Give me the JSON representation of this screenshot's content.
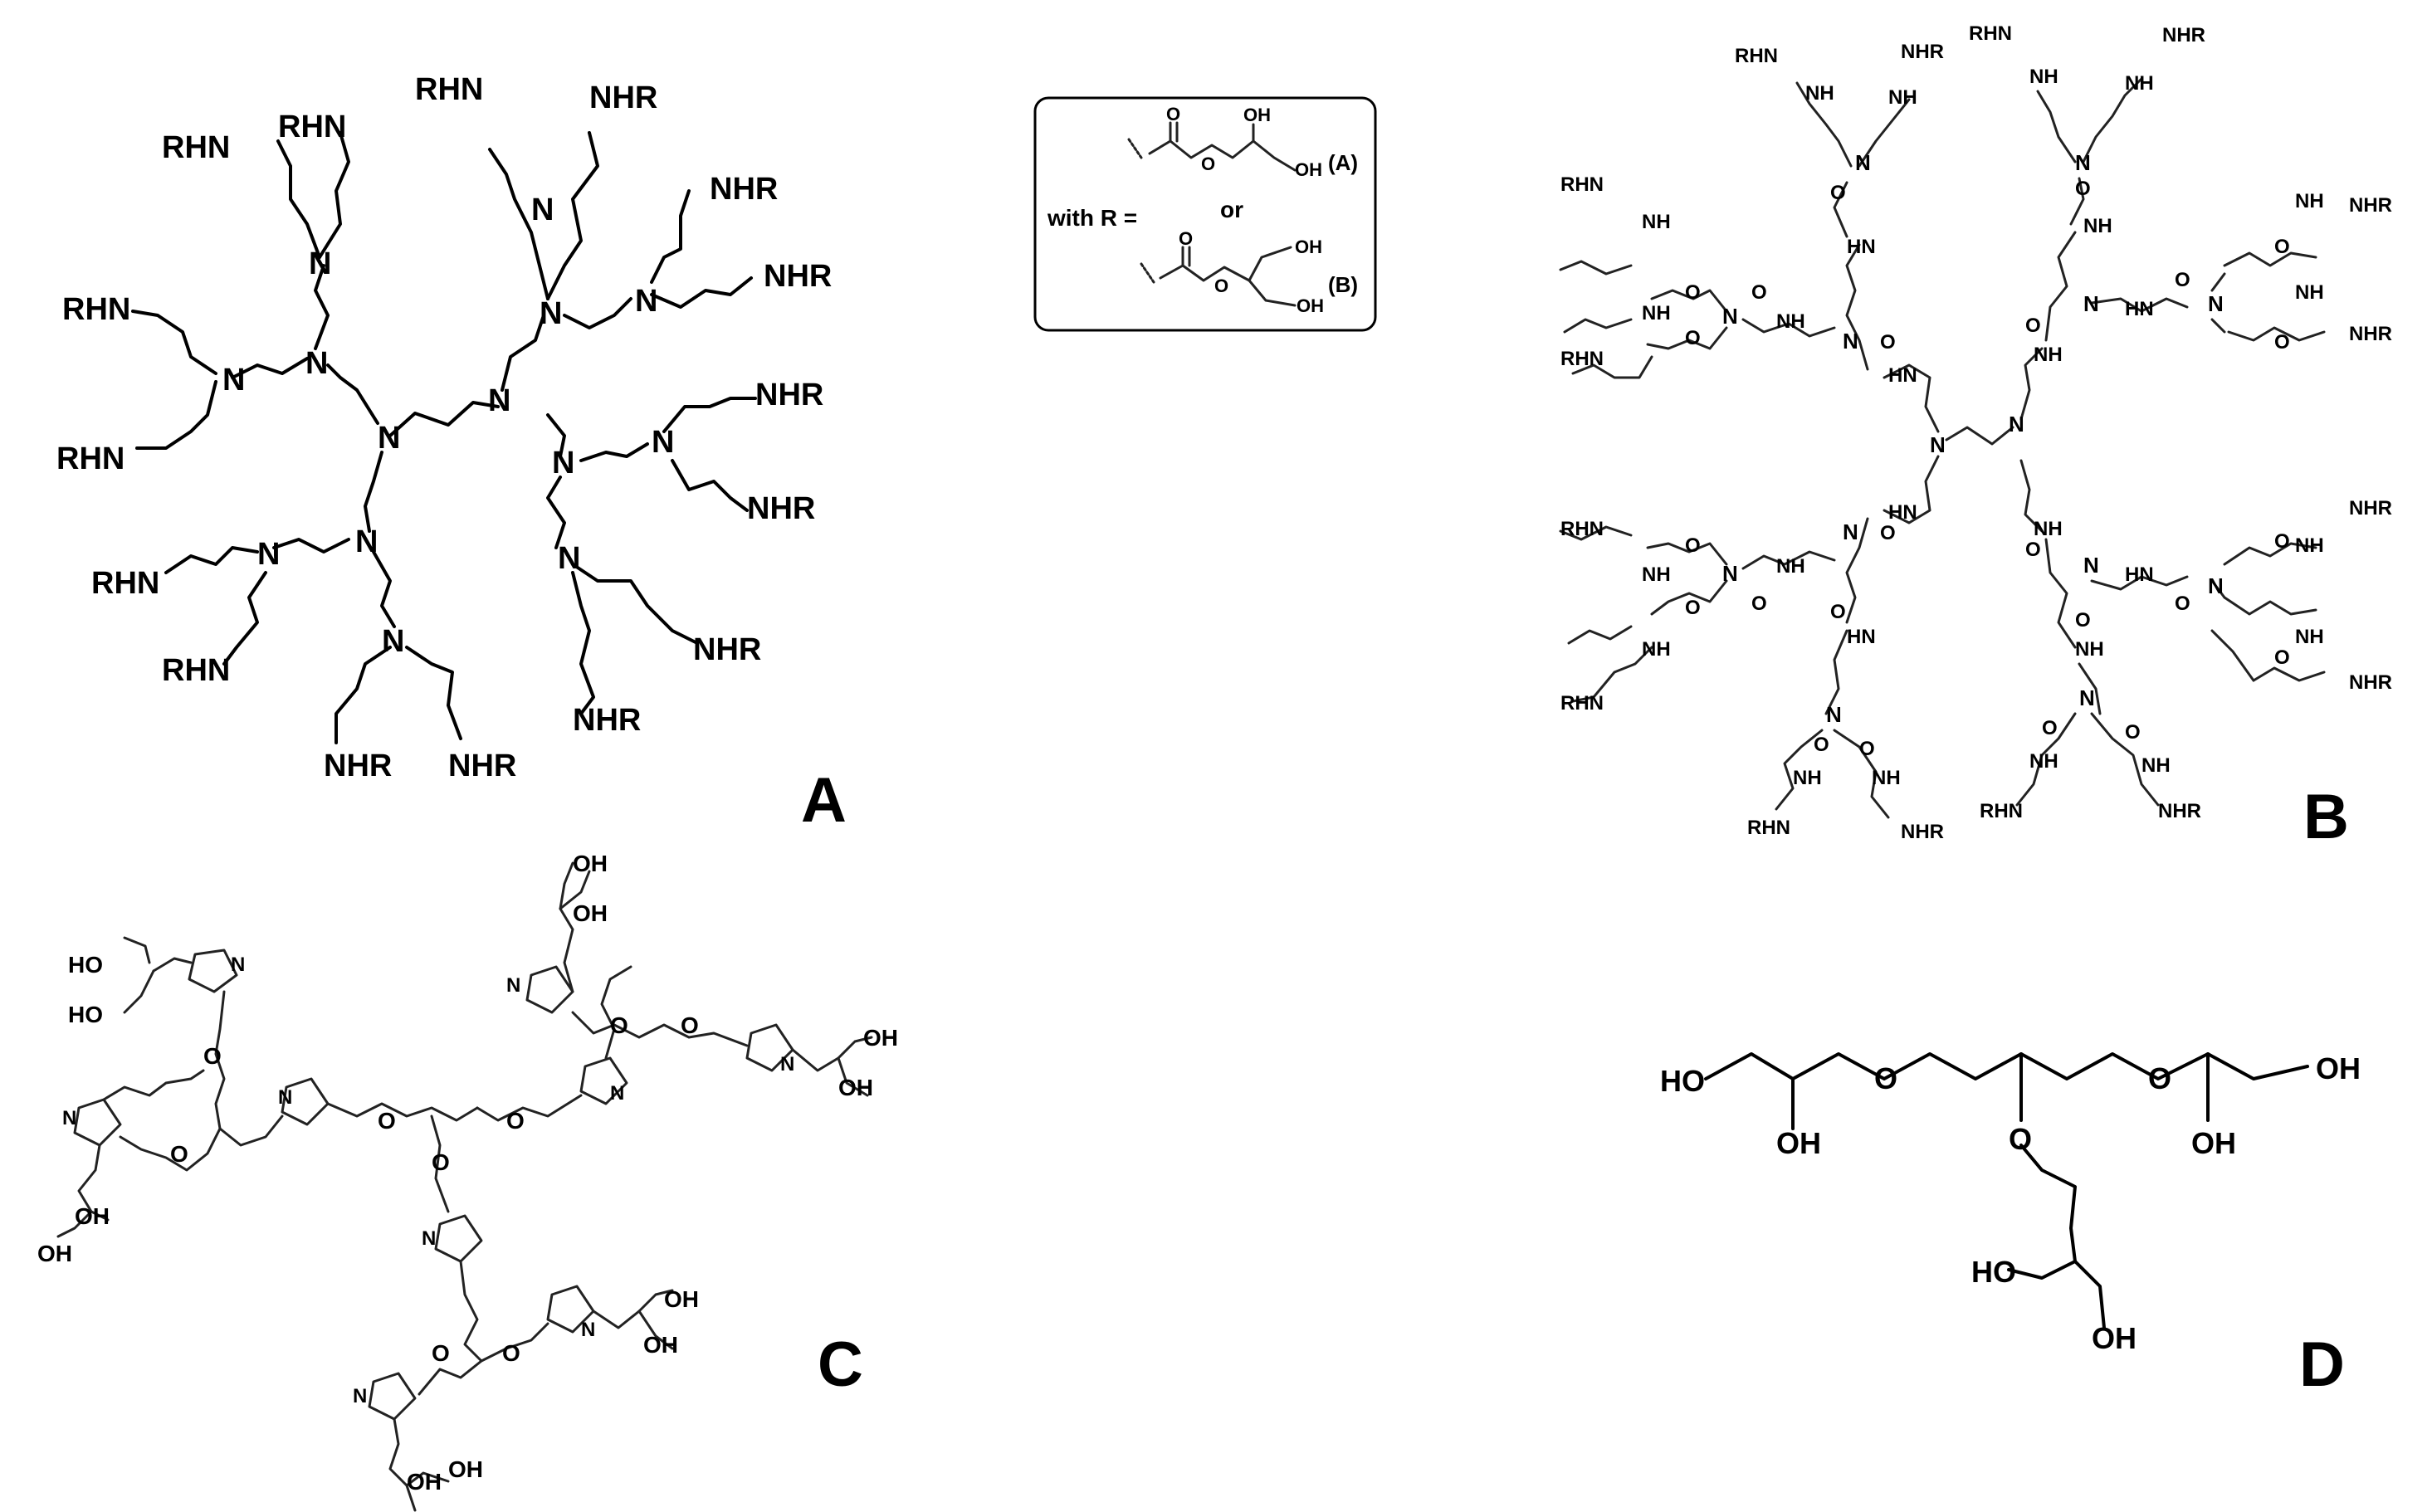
{
  "panels": [
    {
      "id": "A",
      "letter": "A"
    },
    {
      "id": "B",
      "letter": "B"
    },
    {
      "id": "C",
      "letter": "C"
    },
    {
      "id": "D",
      "letter": "D"
    }
  ],
  "legend": {
    "with_label": "with R =",
    "or_label": "or",
    "option_a_label": "(A)",
    "option_b_label": "(B)",
    "oh": "OH",
    "o": "O"
  },
  "atoms": {
    "n": "N",
    "nhr": "NHR",
    "rhn": "RHN",
    "nh": "NH",
    "hn": "HN",
    "o": "O",
    "oh": "OH",
    "ho": "HO"
  }
}
